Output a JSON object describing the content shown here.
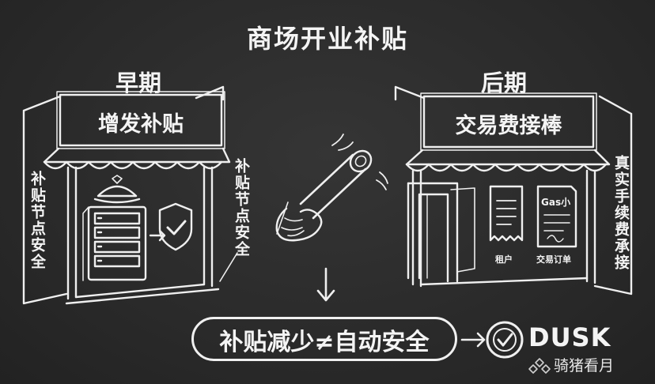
{
  "title": "商场开业补贴",
  "early": {
    "heading": "早期",
    "sign": "增发补贴",
    "side_left": "补贴节点安全",
    "side_right": "补贴节点安全"
  },
  "late": {
    "heading": "后期",
    "sign": "交易费接棒",
    "side_right": "真实手续费承接",
    "gas_label": "Gas小",
    "tenant_label": "租户",
    "order_label": "交易订单"
  },
  "conclusion": "补贴减少≠自动安全",
  "brand": "DUSK",
  "watermark": "骑猪看月"
}
